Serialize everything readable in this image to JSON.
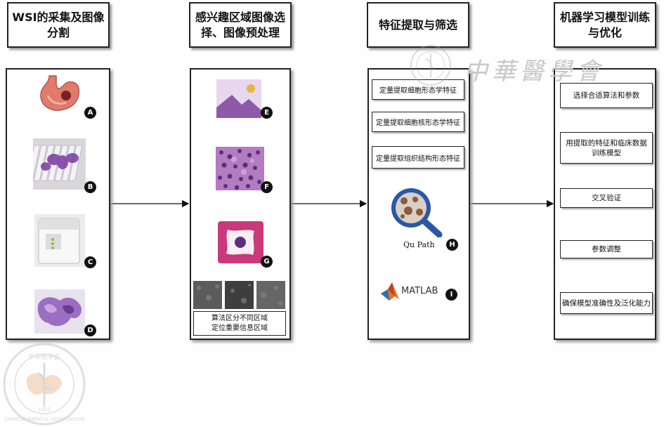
{
  "headers": {
    "col1": "WSI的采集及图像\n分割",
    "col2": "感兴趣区域图像选\n择、图像预处理",
    "col3": "特征提取与筛选",
    "col4": "机器学习模型训练\n与优化"
  },
  "col1": {
    "labels": [
      "A",
      "B",
      "C",
      "D"
    ]
  },
  "col2": {
    "labels": [
      "E",
      "F",
      "G"
    ],
    "caption_line1": "算法区分不同区域",
    "caption_line2": "定位重要信息区域"
  },
  "col3": {
    "features": [
      "定量提取细胞形态学特征",
      "定量提取细胞核形态学特征",
      "定量提取组织结构形态特征"
    ],
    "qupath_label": "Qu Path",
    "qupath_badge": "H",
    "matlab_label": "MATLAB",
    "matlab_badge": "I"
  },
  "col4": {
    "steps": [
      "选择合适算法和参数",
      "用提取的特征和临床数据\n训练模型",
      "交叉验证",
      "参数调整",
      "确保模型准确性及泛化能力"
    ]
  },
  "watermark": {
    "seal_text": "CHINESE MEDICAL ASSOCIATION",
    "seal_top": "中华医学会",
    "seal_year": "1915",
    "calligraphy": "中華醫學會"
  },
  "colors": {
    "purple": "#8e5aa8",
    "stomach": "#e07a6a",
    "magnifier": "#2b57a8",
    "tile": "#c93a7a"
  }
}
